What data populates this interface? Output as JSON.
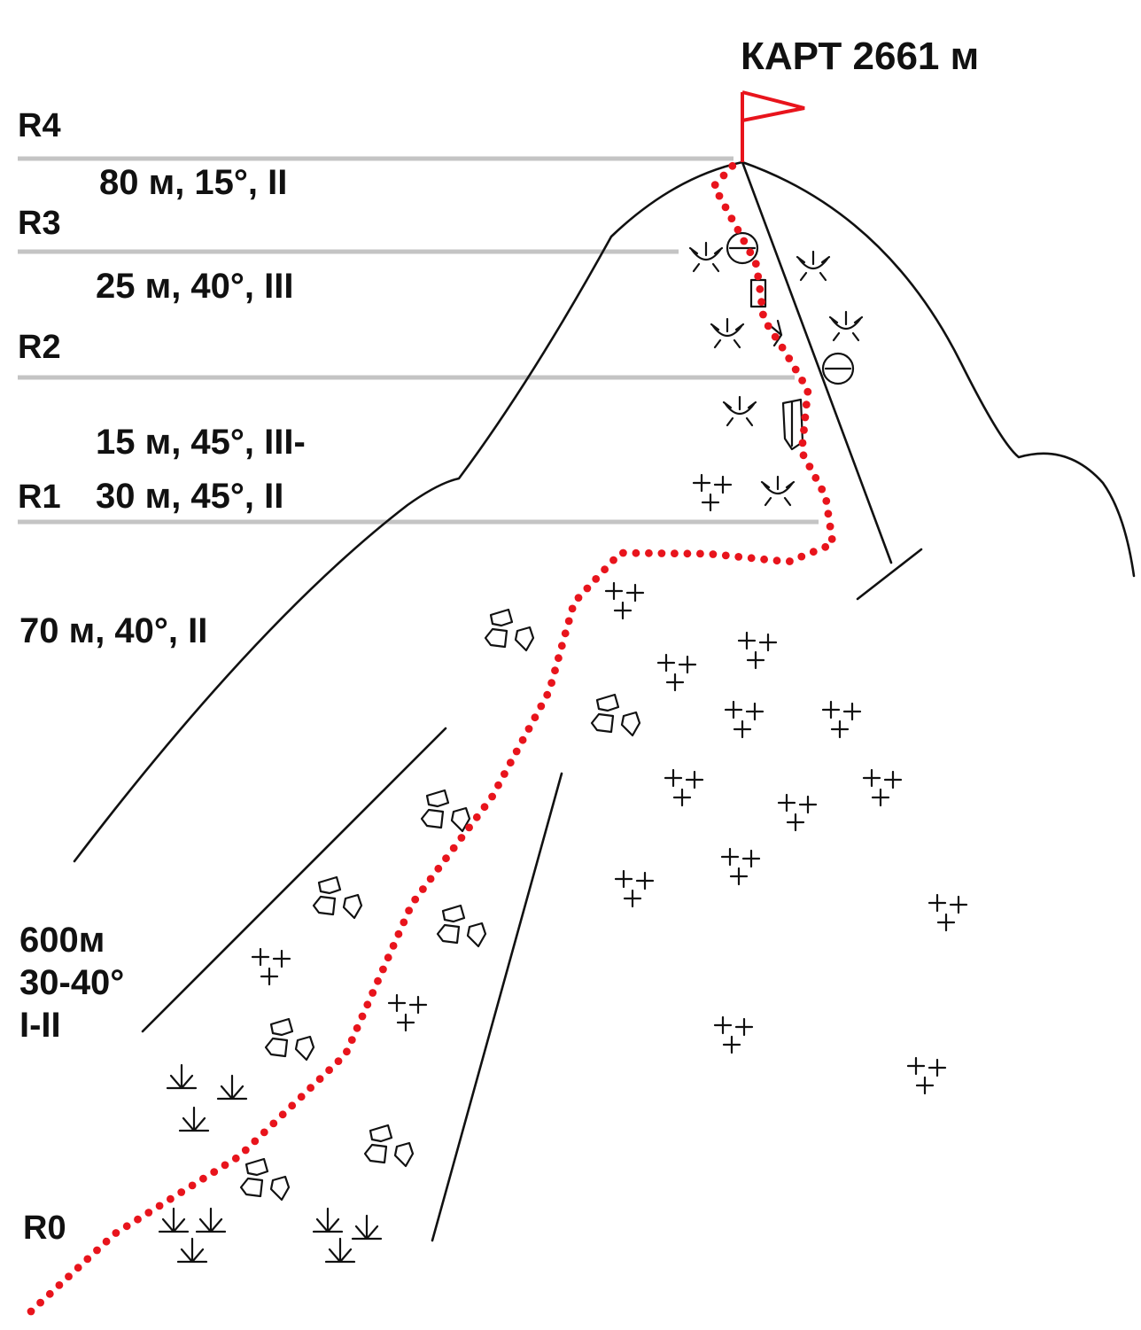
{
  "summit": {
    "label": "КАРТ 2661 м",
    "flag_color": "#e8141c"
  },
  "route_color": "#e8141c",
  "belays": [
    "R4",
    "R3",
    "R2",
    "R1",
    "R0"
  ],
  "pitches": [
    "80 м, 15°, II",
    "25 м, 40°, III",
    "15 м, 45°, III-",
    "30 м, 45°, II",
    "70 м, 40°, II"
  ],
  "approach": [
    "600м",
    "30-40°",
    "I-II"
  ],
  "symbols": [
    "scree-crosses-icon",
    "boulders-icon",
    "grass-icon",
    "ice-icon",
    "rock-hook-icon",
    "chimney-icon",
    "crack-icon"
  ]
}
